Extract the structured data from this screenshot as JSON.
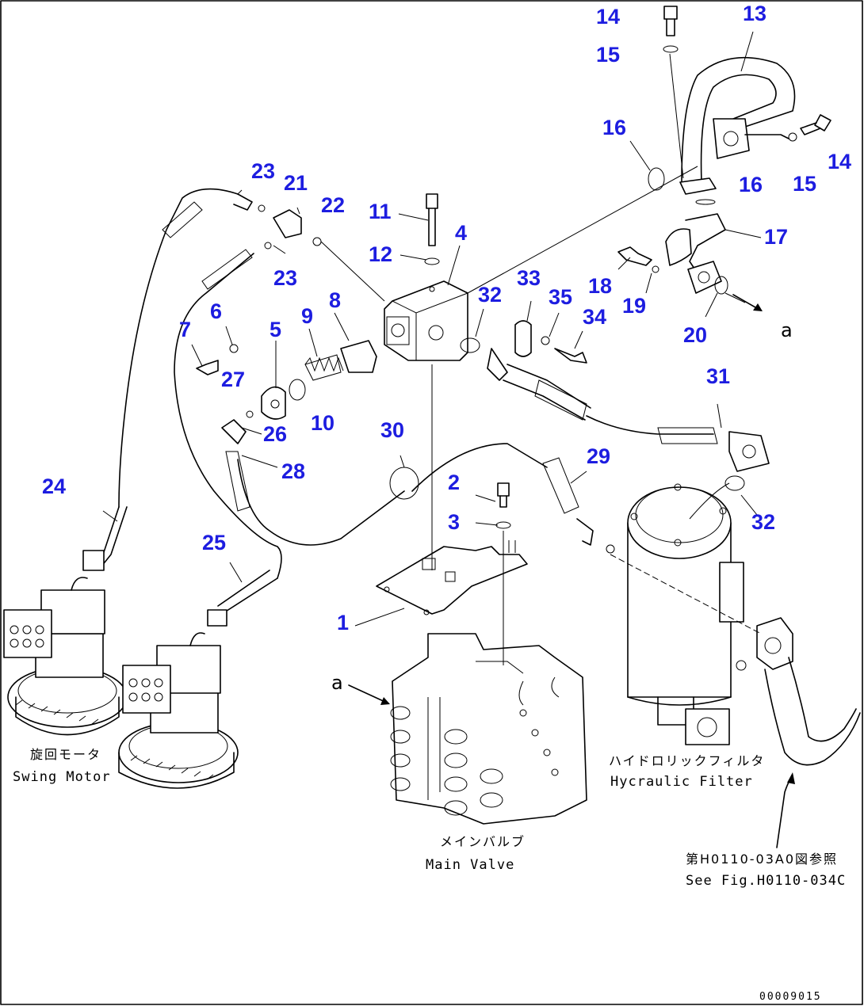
{
  "callouts": [
    "1",
    "2",
    "3",
    "4",
    "5",
    "6",
    "7",
    "8",
    "9",
    "10",
    "11",
    "12",
    "13",
    "14",
    "14",
    "15",
    "15",
    "16",
    "16",
    "17",
    "18",
    "19",
    "20",
    "21",
    "22",
    "23",
    "23",
    "24",
    "25",
    "26",
    "27",
    "28",
    "29",
    "30",
    "31",
    "32",
    "32",
    "33",
    "34",
    "35"
  ],
  "captions": {
    "swing_motor_jp": "旋回モータ",
    "swing_motor_en": "Swing Motor",
    "main_valve_jp": "メインバルブ",
    "main_valve_en": "Main Valve",
    "hydraulic_filter_jp": "ハイドロリックフィルタ",
    "hydraulic_filter_en": "Hycraulic Filter",
    "see_fig_jp": "第H0110-03A0図参照",
    "see_fig_en": "See Fig.H0110-034C"
  },
  "view_refs": [
    "a",
    "a"
  ],
  "drawing_code": "00009015"
}
